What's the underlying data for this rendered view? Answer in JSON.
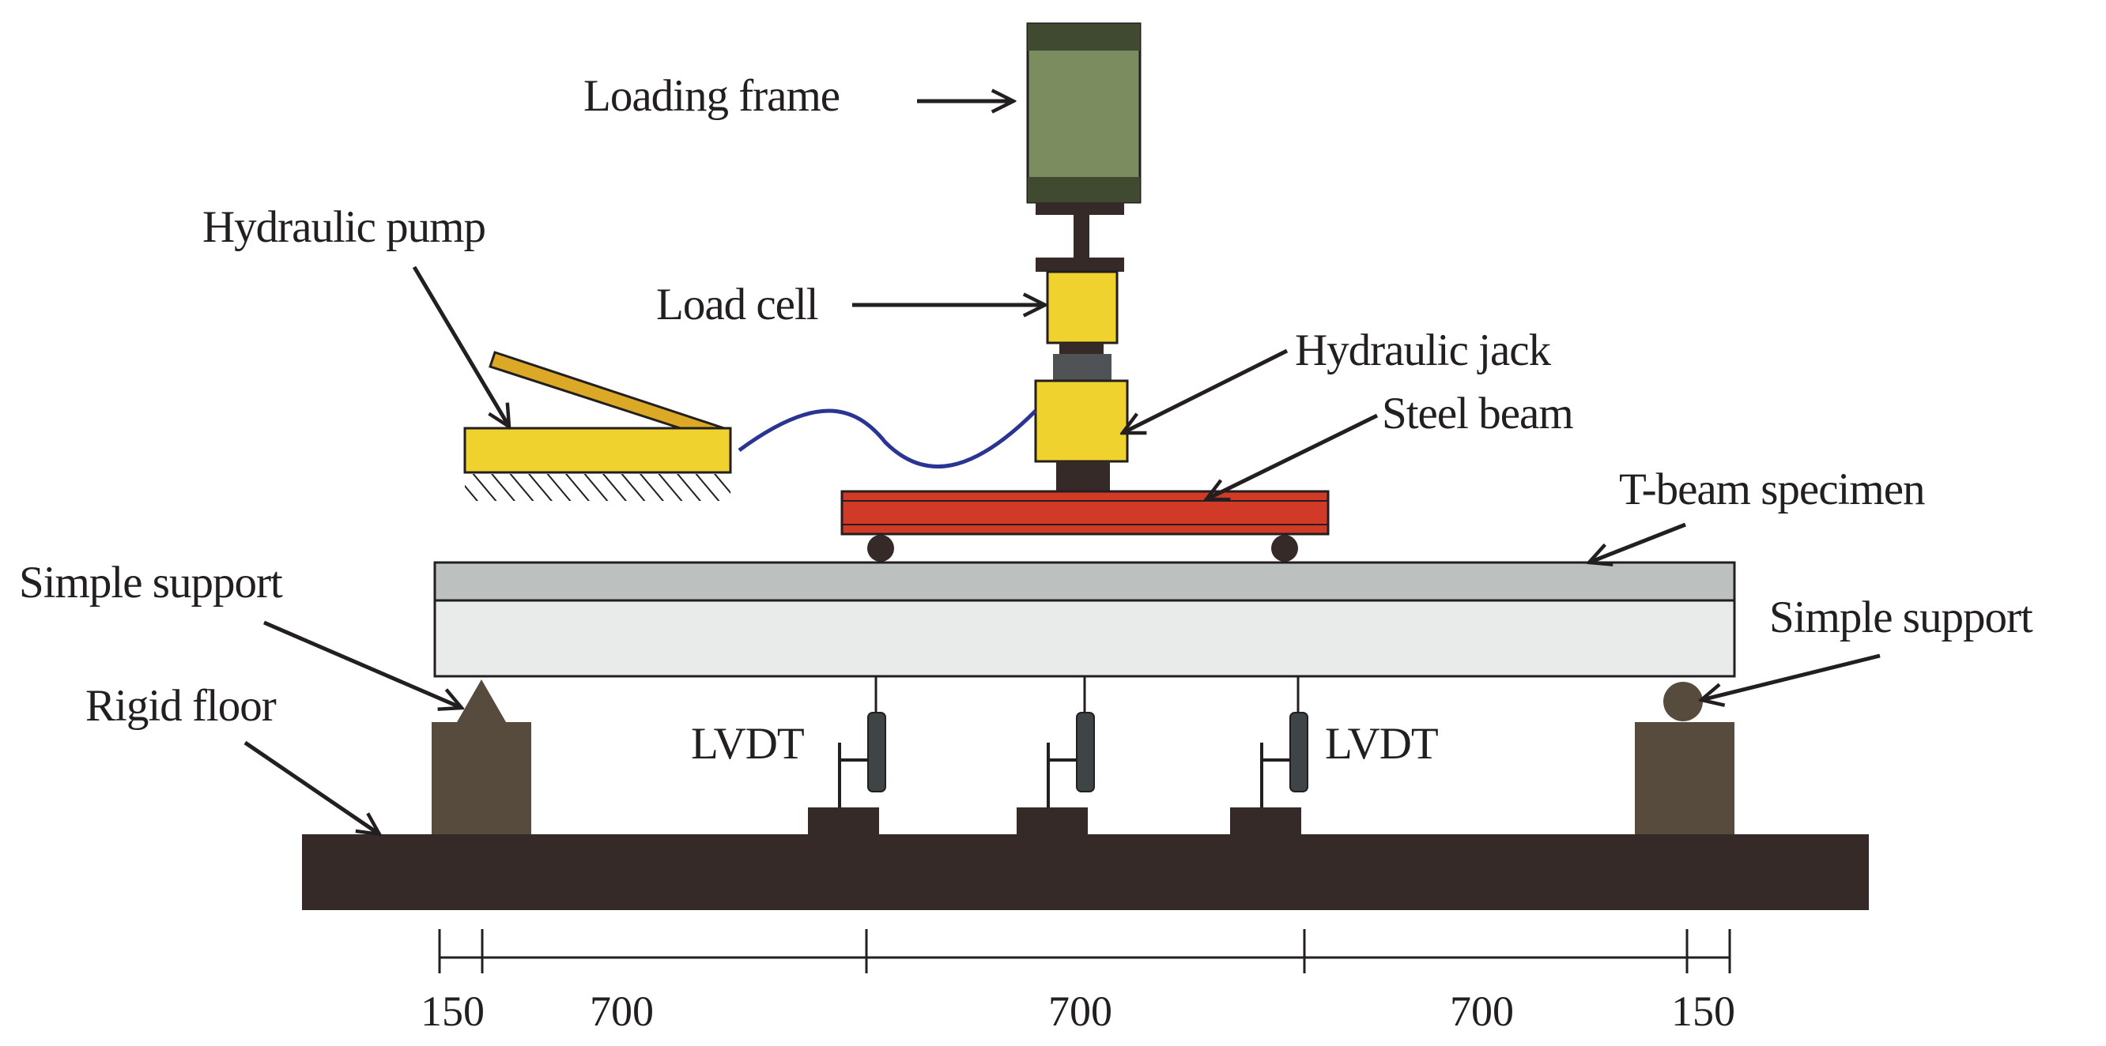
{
  "labels": {
    "loading_frame": "Loading frame",
    "hydraulic_pump": "Hydraulic pump",
    "load_cell": "Load cell",
    "hydraulic_jack": "Hydraulic jack",
    "steel_beam": "Steel beam",
    "t_beam_specimen": "T-beam specimen",
    "simple_support_left": "Simple support",
    "simple_support_right": "Simple support",
    "rigid_floor": "Rigid floor",
    "lvdt_left": "LVDT",
    "lvdt_right": "LVDT"
  },
  "dimensions": {
    "seg1": "150",
    "seg2": "700",
    "seg3": "700",
    "seg4": "700",
    "seg5": "150"
  },
  "colors": {
    "frame_green": "#7b8c5e",
    "frame_dark": "#3f4a30",
    "yellow": "#f0d22e",
    "pump_handle": "#dba925",
    "steel_red": "#d23a28",
    "beam_flange": "#bcc1c0",
    "beam_web": "#e9eaea",
    "support_brown": "#574b3d",
    "floor_dark": "#362a28",
    "hose_blue": "#2a3593",
    "lvdt_grey": "#3f4446"
  }
}
